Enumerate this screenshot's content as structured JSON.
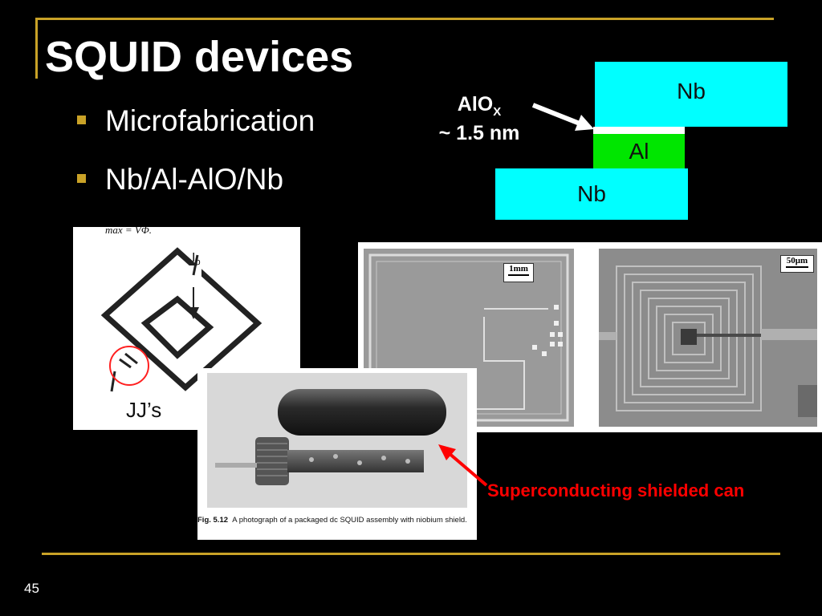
{
  "slide": {
    "title": "SQUID devices",
    "bullets": [
      "Microfabrication",
      "Nb/Al-AlO/Nb"
    ],
    "page_number": "45"
  },
  "junction_diagram": {
    "top_layer": "Nb",
    "middle_layer": "Al",
    "bottom_layer": "Nb",
    "oxide_label": "AlO",
    "oxide_subscript": "X",
    "thickness": "~ 1.5 nm"
  },
  "squid_sketch": {
    "top_formula": "max = V",
    "bias_label": "I",
    "bias_subscript": "b",
    "jj_label": "JJ’s"
  },
  "micrographs": {
    "left_scale": "1mm",
    "right_scale": "50μm"
  },
  "photo": {
    "caption_prefix": "Fig. 5.12",
    "caption_text": "A photograph of a packaged dc SQUID assembly with niobium shield."
  },
  "callout": "Superconducting shielded can",
  "colors": {
    "accent": "#c9a227",
    "nb_layer": "#00ffff",
    "al_layer": "#00e600",
    "callout": "#ff0000"
  }
}
